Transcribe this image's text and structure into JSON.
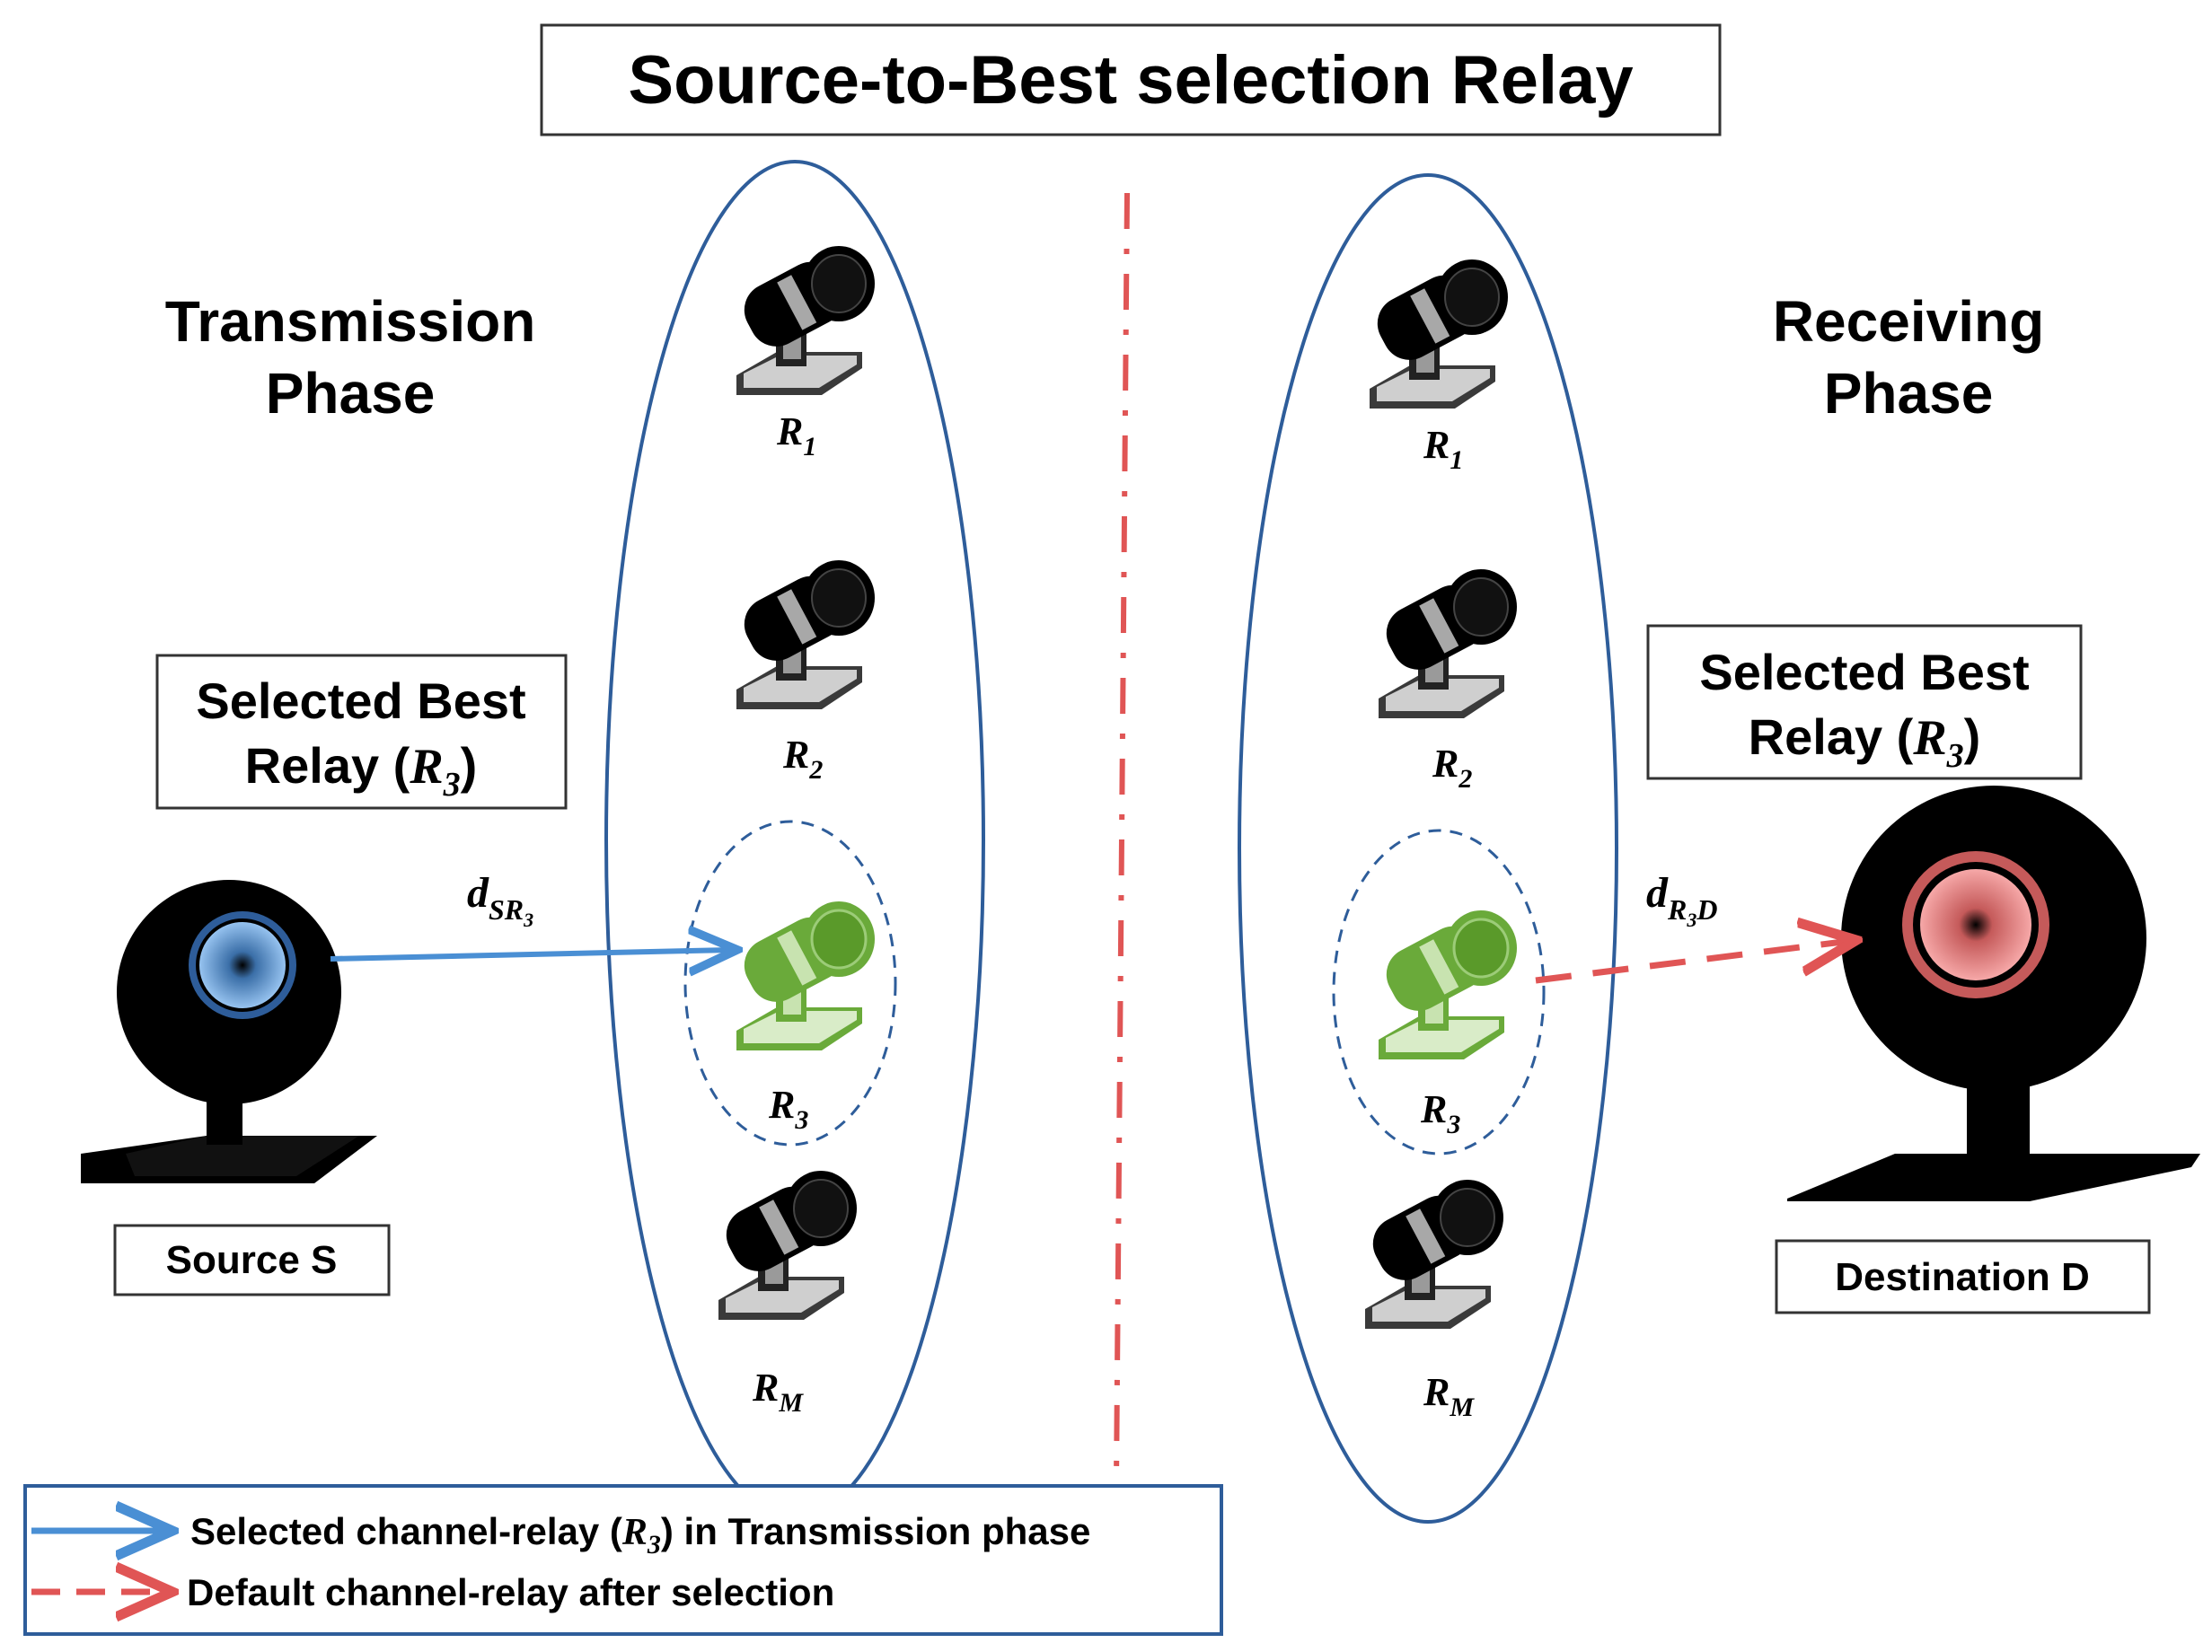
{
  "title": "Source-to-Best selection Relay",
  "phases": {
    "transmission": [
      "Transmission",
      "Phase"
    ],
    "receiving": [
      "Receiving",
      "Phase"
    ]
  },
  "selected_box": {
    "line1": "Selected Best",
    "line2_prefix": "Relay (",
    "relay_var": "R",
    "relay_sub": "3",
    "line2_suffix": ")"
  },
  "relays": {
    "r1": {
      "var": "R",
      "sub": "1"
    },
    "r2": {
      "var": "R",
      "sub": "2"
    },
    "r3": {
      "var": "R",
      "sub": "3"
    },
    "rm": {
      "var": "R",
      "sub": "M"
    }
  },
  "links": {
    "sr3": {
      "var": "d",
      "sub": "SR",
      "subsub": "3"
    },
    "r3d": {
      "var": "d",
      "sub": "R",
      "subsub": "3",
      "sub_after": "D"
    }
  },
  "source_label": "Source S",
  "destination_label": "Destination D",
  "legend": {
    "solid_prefix": "Selected channel-relay (",
    "solid_var": "R",
    "solid_sub": "3",
    "solid_suffix": ") in Transmission phase",
    "dashed": "Default channel-relay after selection"
  },
  "colors": {
    "ellipse": "#2e5d9a",
    "solid_arrow": "#4a8fd4",
    "dashed_arrow": "#e05555",
    "selected_relay": "#6aaa3a",
    "source_lens": "#7fb3ec",
    "destination_lens": "#f08d8d"
  },
  "icons": {
    "relay": "relay-telescope-icon",
    "source": "source-node-icon",
    "destination": "destination-node-icon"
  }
}
